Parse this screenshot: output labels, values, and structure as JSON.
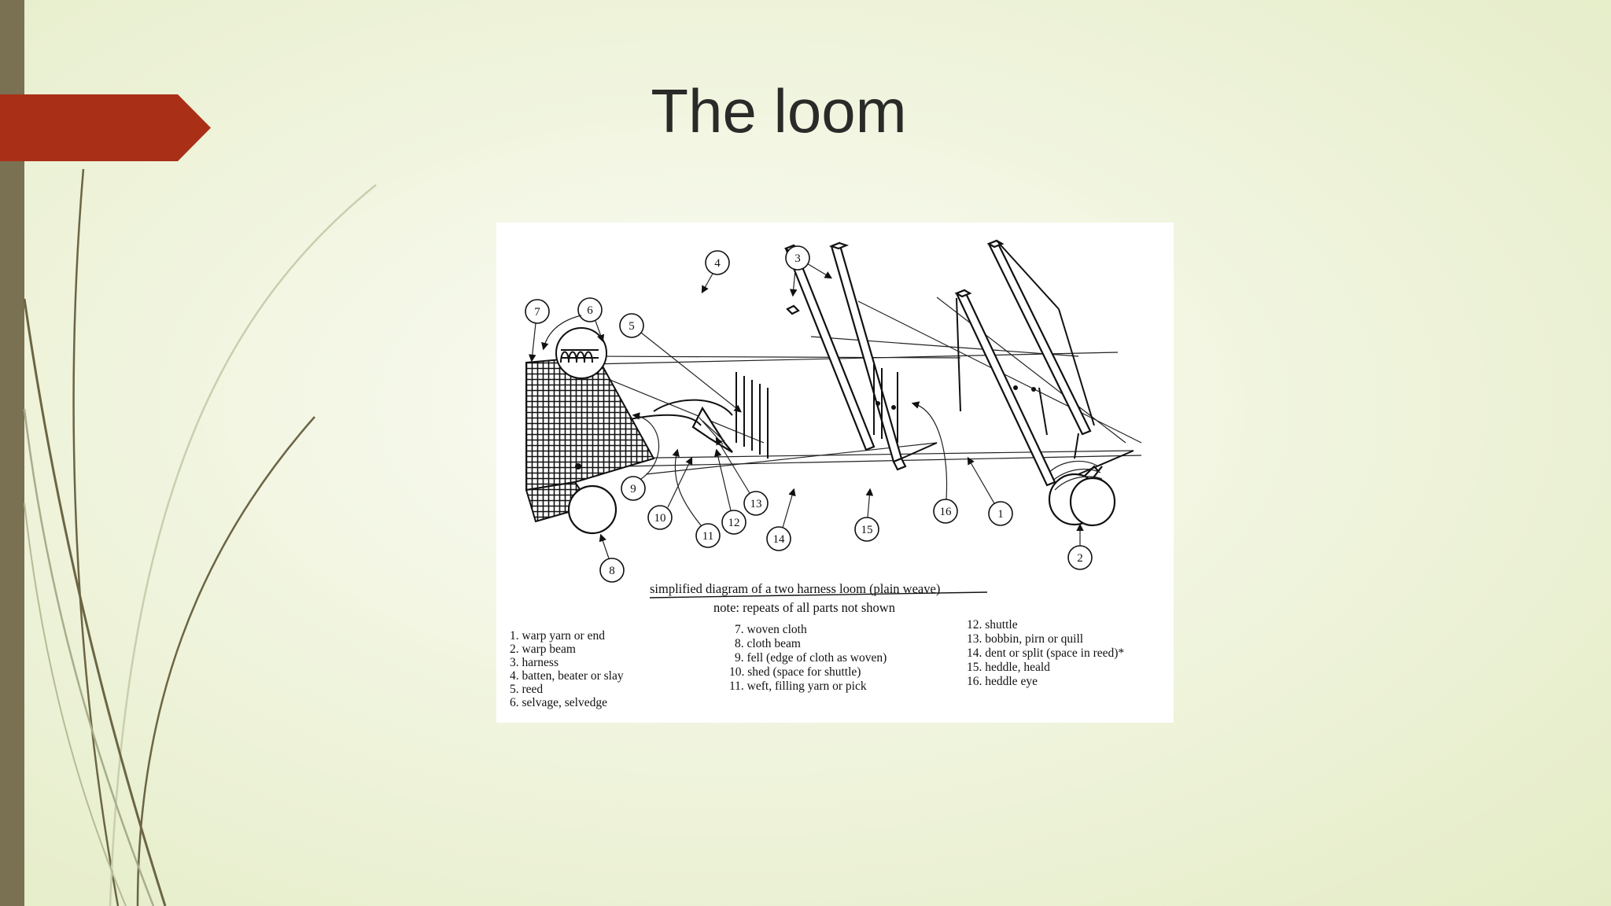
{
  "slide": {
    "title": "The loom"
  },
  "figure": {
    "caption": "simplified diagram of a two harness loom (plain weave)",
    "note": "note: repeats of all parts not shown",
    "callouts": [
      "1",
      "2",
      "3",
      "4",
      "5",
      "6",
      "7",
      "8",
      "9",
      "10",
      "11",
      "12",
      "13",
      "14",
      "15",
      "16"
    ],
    "legend_col1": [
      "1. warp yarn or end",
      "2. warp beam",
      "3. harness",
      "4. batten, beater or slay",
      "5. reed",
      "6. selvage, selvedge"
    ],
    "legend_col2": [
      "7. woven cloth",
      "8. cloth beam",
      "9. fell (edge of cloth as woven)",
      "10. shed (space for shuttle)",
      "11. weft, filling yarn or pick"
    ],
    "legend_col3": [
      "12. shuttle",
      "13. bobbin, pirn or quill",
      "14. dent or split (space in reed)*",
      "15. heddle, heald",
      "16. heddle eye"
    ]
  },
  "colors": {
    "accent_arrow": "#a93017",
    "left_bar": "#7a7052",
    "decor_lines": "#6b6544"
  }
}
